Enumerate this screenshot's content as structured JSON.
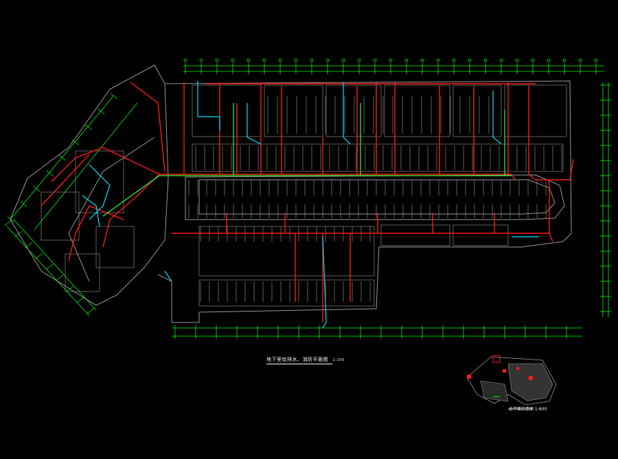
{
  "drawing": {
    "title": "地下室给排水、消防平面图",
    "scale": "1:100",
    "key_plan_title": "总平面示意图 1:600"
  },
  "colors": {
    "background": "#000000",
    "walls": "#9a9a9a",
    "dimension": "#00ff00",
    "water_supply": "#ff1a1a",
    "drainage": "#00e5ff",
    "axis": "#00ff00",
    "text": "#ffffff"
  }
}
